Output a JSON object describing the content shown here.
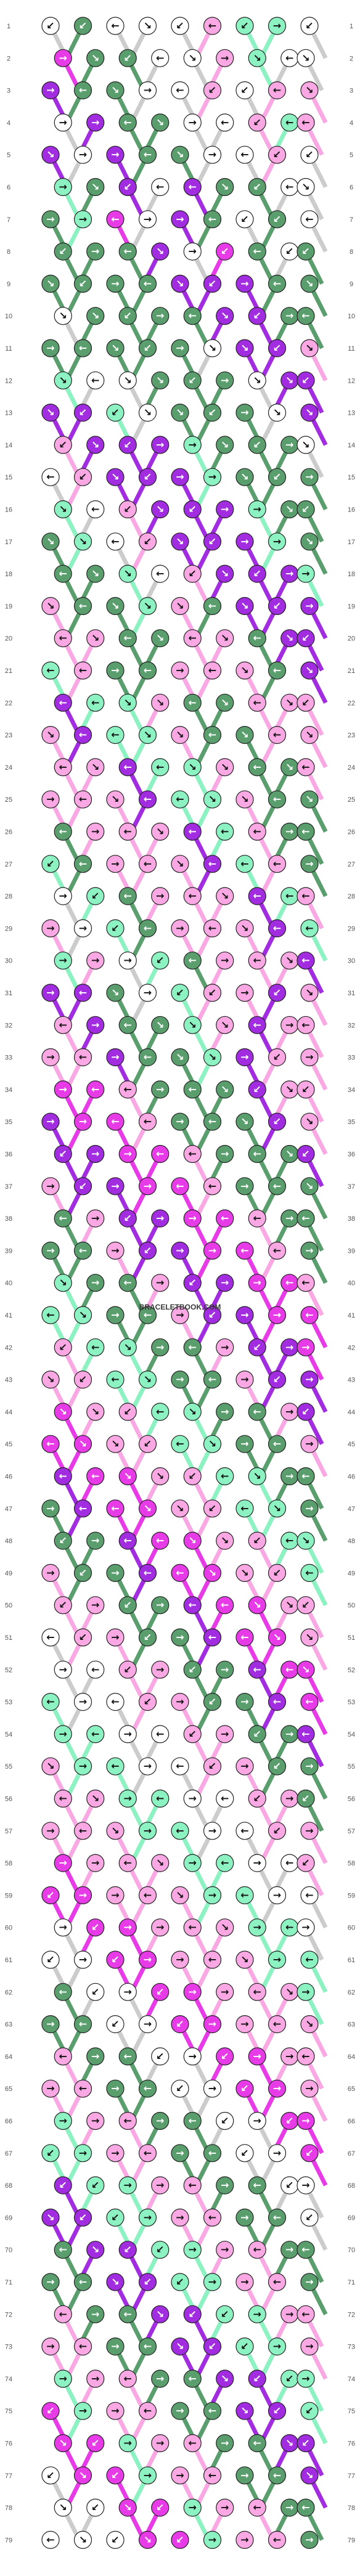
{
  "pattern": {
    "rows": 79,
    "columns": 9,
    "watermark": "BRACELETBOOK.COM",
    "colors": {
      "a": "#e83be8",
      "b": "#5a9e6e",
      "c": "#ffffff",
      "d": "#f9a8e4",
      "e": "#8df2c2",
      "f": "#a22ce0"
    },
    "row_colors": [
      "cbcccdeec",
      "abbccdecc",
      "fbbccdcdd",
      "cfbbccded",
      "fcfbbccdc",
      "ebfcfbbcc",
      "beacfbcbc",
      "bbbfcabcb",
      "bbbbfffbb",
      "cbbbbffbb",
      "bbbbbcffd",
      "eccbbbcff",
      "ffecbbbcf",
      "dfffebbbc",
      "cdfffebbb",
      "ecdfffebb",
      "becdfffeb",
      "bbecdfffe",
      "dbbedbfff",
      "ddbbddbff",
      "edbbdddbf",
      "feedbbddd",
      "dfeedbbdd",
      "ddfeedbbd",
      "dddfeedbb",
      "bdddfedbb",
      "ebdddfedb",
      "cebdddfed",
      "dcebdddfe",
      "edcebdddf",
      "ffbceddfd",
      "dfbbedfdd",
      "ddfbbefdd",
      "aadbbbfdd",
      "faadbbbfd",
      "ffaadbbbf",
      "dffaadbbb",
      "bdffaadbb",
      "bbdffaadb",
      "ebbdffaad",
      "eebbdffaa",
      "deebbdffa",
      "ddeebbdff",
      "addeebbdf",
      "aaddeebbd",
      "faaddeebb",
      "bfaaddeeb",
      "bbfaaddee",
      "dbbfaadde",
      "ddbbfaadd",
      "cddbbfaad",
      "ccddbbfaa",
      "eccddbbfa",
      "eeccddbbf",
      "deeccddbb",
      "ddeeccddb",
      "dddeeccdd",
      "adddeeccd",
      "aadddeecc",
      "caadddeec",
      "ccaadddee",
      "bccaaddde",
      "bbccaaddd",
      "dbbccaadd",
      "ddbbccaad",
      "eddbbccaa",
      "eeddbbcca",
      "feeddbbcc",
      "ffeeddbbc",
      "bffeeddbb",
      "bbffeeddb",
      "dbbffeedd",
      "ddbbffeed",
      "eddbbffee",
      "aeddbbffe",
      "aaeddbbff",
      "caaeddbbf",
      "ccaaeddbb",
      "cccaaeddb"
    ]
  }
}
